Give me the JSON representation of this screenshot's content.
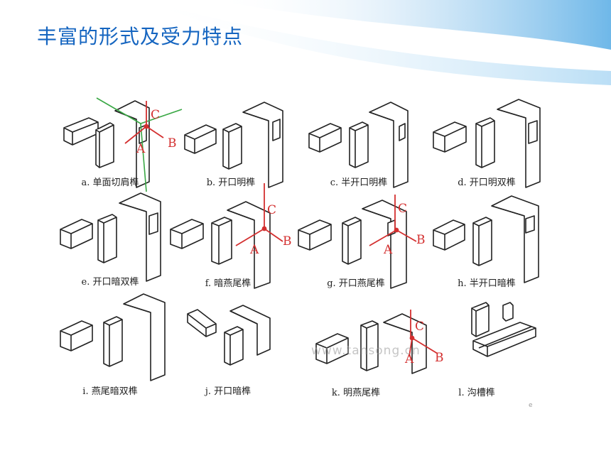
{
  "slide": {
    "title": "丰富的形式及受力特点"
  },
  "figure": {
    "cells": [
      {
        "id": "a",
        "caption": "a. 单面切肩榫"
      },
      {
        "id": "b",
        "caption": "b. 开口明榫"
      },
      {
        "id": "c",
        "caption": "c. 半开口明榫"
      },
      {
        "id": "d",
        "caption": "d. 开口明双榫"
      },
      {
        "id": "e",
        "caption": "e. 开口暗双榫"
      },
      {
        "id": "f",
        "caption": "f. 暗燕尾榫"
      },
      {
        "id": "g",
        "caption": "g. 开口燕尾榫"
      },
      {
        "id": "h",
        "caption": "h. 半开口暗榫"
      },
      {
        "id": "i",
        "caption": "i. 燕尾暗双榫"
      },
      {
        "id": "j",
        "caption": "j. 开口暗榫"
      },
      {
        "id": "k",
        "caption": "k. 明燕尾榫"
      },
      {
        "id": "l",
        "caption": "l. 沟槽榫"
      }
    ],
    "axis_labels": {
      "a": "A",
      "b": "B",
      "c": "C"
    },
    "watermark": "www.tansong.cn",
    "small_mark": "e"
  },
  "colors": {
    "title": "#1565c0",
    "axis_red": "#d32f2f",
    "axis_green": "#3aa845",
    "line": "#222222"
  }
}
